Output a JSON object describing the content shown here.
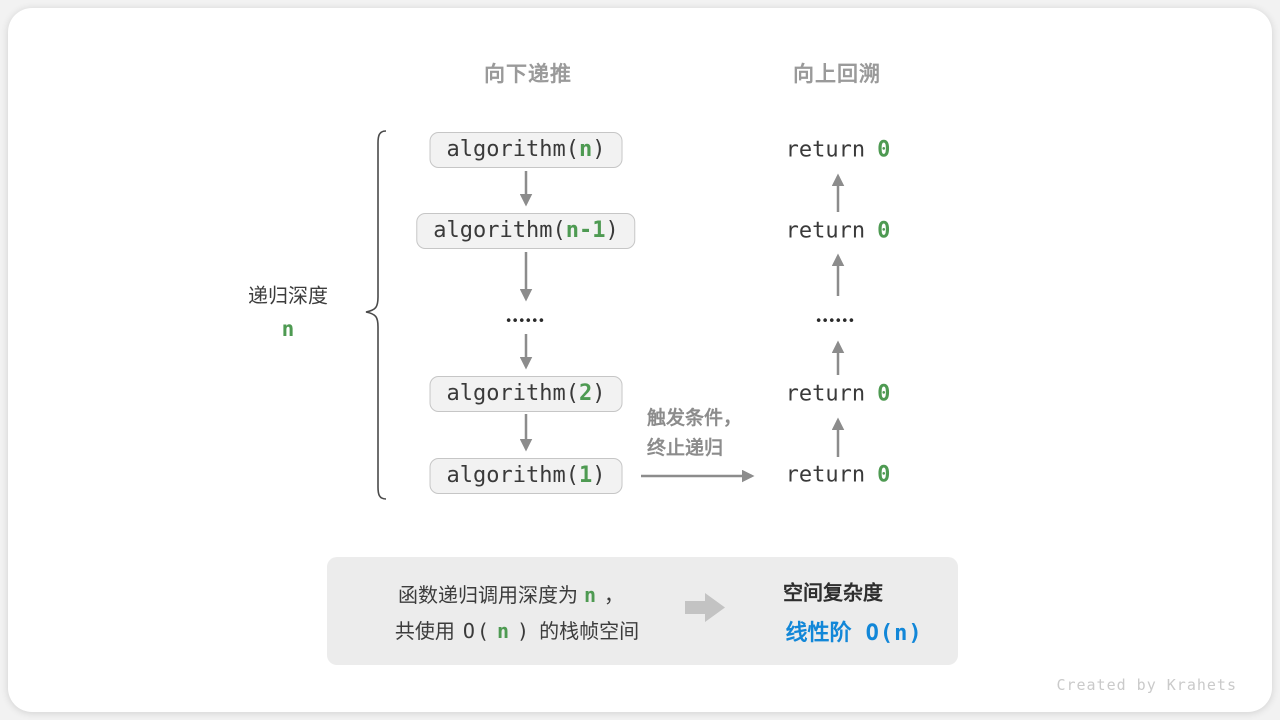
{
  "headers": {
    "left": "向下递推",
    "right": "向上回溯"
  },
  "stack": {
    "boxes": [
      {
        "prefix": "algorithm(",
        "arg": "n",
        "suffix": ")"
      },
      {
        "prefix": "algorithm(",
        "arg": "n-1",
        "suffix": ")"
      },
      {
        "prefix": "algorithm(",
        "arg": "2",
        "suffix": ")"
      },
      {
        "prefix": "algorithm(",
        "arg": "1",
        "suffix": ")"
      }
    ],
    "ellipsis": "••••••"
  },
  "returns": {
    "keyword": "return",
    "value": "0",
    "ellipsis": "••••••"
  },
  "depth_label": {
    "text": "递归深度",
    "value": "n"
  },
  "base_case_label": {
    "line1": "触发条件，",
    "line2": "终止递归"
  },
  "summary": {
    "line1": {
      "pre": "函数递归调用深度为",
      "highlight": "n",
      "post": "，"
    },
    "line2": {
      "pre": "共使用",
      "o_open": "O(",
      "highlight": "n",
      "o_close": ")",
      "post": "的栈帧空间"
    },
    "result_title": "空间复杂度",
    "result_label": "线性阶",
    "result_big_o": "O(n)"
  },
  "watermark": "Created by Krahets",
  "colors": {
    "green": "#4E9A52",
    "blue": "#1287D8",
    "arrow_gray": "#8C8C8C",
    "big_arrow_gray": "#C3C3C3",
    "box_fill": "#F2F2F2",
    "box_border": "#C6C6C6",
    "summary_bg": "#ECECEC",
    "header_gray": "#9A9A9A",
    "code_text": "#3A3A3A"
  }
}
